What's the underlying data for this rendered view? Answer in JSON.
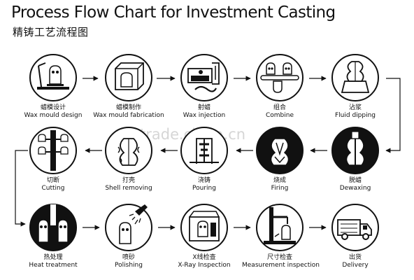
{
  "title": "Process Flow Chart for Investment Casting",
  "subtitle": "精铸工艺流程图",
  "watermark": "trade.china.cn",
  "steps": [
    {
      "cn": "蜡模设计",
      "en": "Wax mould design",
      "icon": "wax-mould-design-icon"
    },
    {
      "cn": "蜡模制作",
      "en": "Wax mould fabrication",
      "icon": "wax-mould-fabrication-icon"
    },
    {
      "cn": "射蜡",
      "en": "Wax injection",
      "icon": "wax-injection-icon"
    },
    {
      "cn": "组合",
      "en": "Combine",
      "icon": "combine-icon"
    },
    {
      "cn": "沾浆",
      "en": "Fluid dipping",
      "icon": "fluid-dipping-icon"
    },
    {
      "cn": "脱蜡",
      "en": "Dewaxing",
      "icon": "dewaxing-icon"
    },
    {
      "cn": "烧成",
      "en": "Firing",
      "icon": "firing-icon"
    },
    {
      "cn": "浇铸",
      "en": "Pouring",
      "icon": "pouring-icon"
    },
    {
      "cn": "打壳",
      "en": "Shell removing",
      "icon": "shell-removing-icon"
    },
    {
      "cn": "切断",
      "en": "Cutting",
      "icon": "cutting-icon"
    },
    {
      "cn": "热处理",
      "en": "Heat treatment",
      "icon": "heat-treatment-icon"
    },
    {
      "cn": "喷砂",
      "en": "Polishing",
      "icon": "polishing-icon"
    },
    {
      "cn": "X线检查",
      "en": "X-Ray Inspection",
      "icon": "x-ray-inspection-icon"
    },
    {
      "cn": "尺寸检查",
      "en": "Measurement inspection",
      "icon": "measurement-inspection-icon"
    },
    {
      "cn": "出货",
      "en": "Delivery",
      "icon": "delivery-icon"
    }
  ]
}
